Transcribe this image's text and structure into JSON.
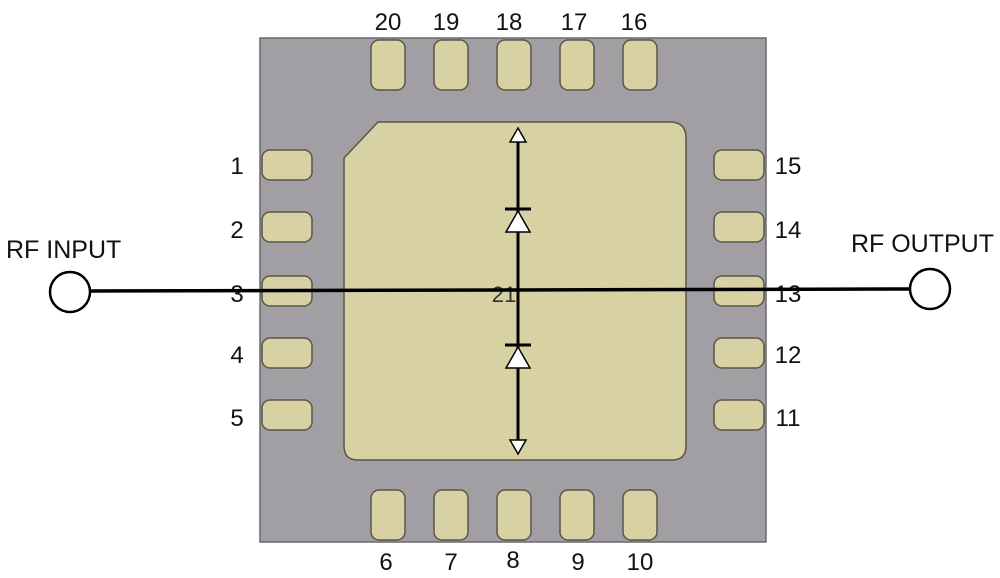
{
  "colors": {
    "package": "#a19fa4",
    "pad": "#d8d1a4",
    "pad_stroke": "#5a5648",
    "wire": "#000000"
  },
  "ports": {
    "input_label": "RF INPUT",
    "output_label": "RF OUTPUT"
  },
  "pins": {
    "top": [
      "20",
      "19",
      "18",
      "17",
      "16"
    ],
    "left": [
      "1",
      "2",
      "3",
      "4",
      "5"
    ],
    "right": [
      "15",
      "14",
      "13",
      "12",
      "11"
    ],
    "bottom": [
      "6",
      "7",
      "8",
      "9",
      "10"
    ],
    "center": "21"
  }
}
